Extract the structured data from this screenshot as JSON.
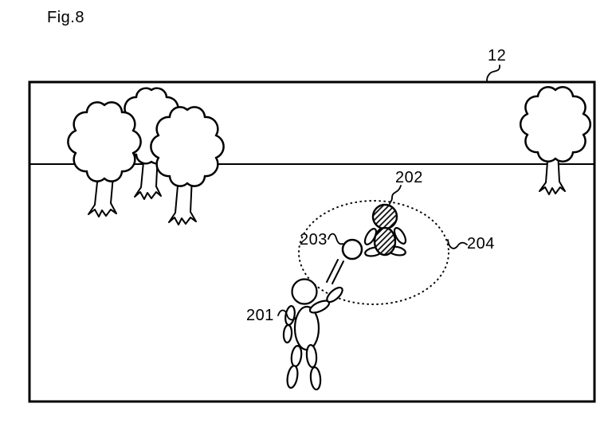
{
  "figure": {
    "title": "Fig.8",
    "labels": {
      "screen": "12",
      "player": "201",
      "character": "202",
      "ball": "203",
      "region": "204"
    },
    "colors": {
      "ink": "#000000",
      "background": "#ffffff"
    },
    "icons": {
      "trees": "tree-icon",
      "person": "stick-person-icon",
      "ball": "ball-icon"
    }
  }
}
